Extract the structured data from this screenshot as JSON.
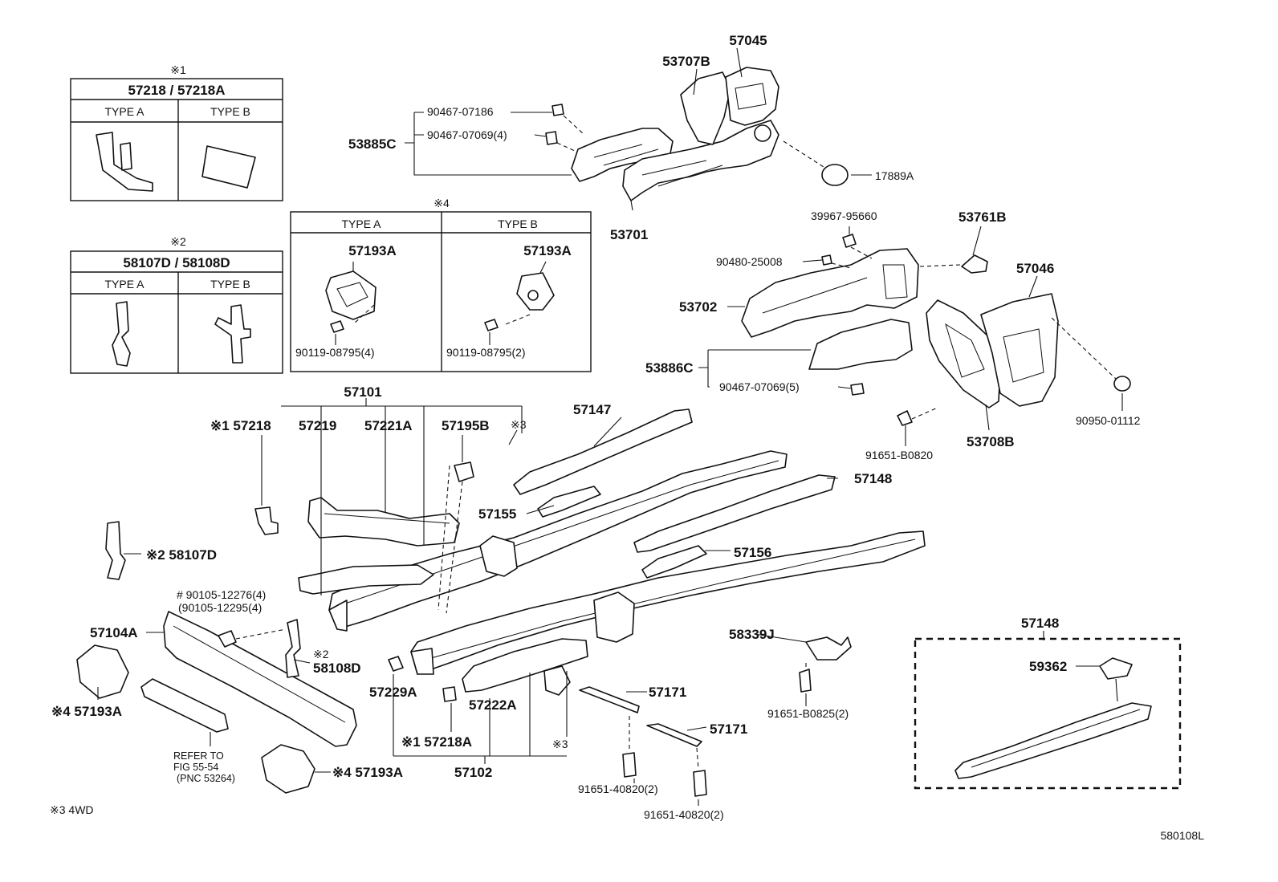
{
  "diagram_id": "580108L",
  "legend_note": "※3  4WD",
  "refer_note": [
    "REFER TO",
    "FIG 55-54",
    "(PNC 53264)"
  ],
  "inset1": {
    "mark": "※1",
    "title": "57218  /  57218A",
    "type_a": "TYPE A",
    "type_b": "TYPE B"
  },
  "inset2": {
    "mark": "※2",
    "title": "58107D  /  58108D",
    "type_a": "TYPE A",
    "type_b": "TYPE B"
  },
  "inset4": {
    "mark": "※4",
    "type_a": "TYPE A",
    "type_b": "TYPE B",
    "part_a": "57193A",
    "part_b": "57193A",
    "bolt_a": "90119-08795(4)",
    "bolt_b": "90119-08795(2)"
  },
  "labels": {
    "p57045": "57045",
    "p53707b": "53707B",
    "p90467_07186": "90467-07186",
    "p90467_07069_4": "90467-07069(4)",
    "p53885c": "53885C",
    "p17889a": "17889A",
    "p53701": "53701",
    "p39967": "39967-95660",
    "p53761b": "53761B",
    "p90480": "90480-25008",
    "p57046": "57046",
    "p53702": "53702",
    "p53886c": "53886C",
    "p90467_07069_5": "90467-07069(5)",
    "p90950": "90950-01112",
    "p91651_b0820": "91651-B0820",
    "p53708b": "53708B",
    "p57101": "57101",
    "p57218": "※1 57218",
    "p57219": "57219",
    "p57221a": "57221A",
    "p57195b": "57195B",
    "m3_top": "※3",
    "p57147": "57147",
    "p57148a": "57148",
    "p57155": "57155",
    "p58107d": "※2 58107D",
    "p57156": "57156",
    "p90105a": "# 90105-12276(4)",
    "p90105b": "(90105-12295(4)",
    "p57104a": "57104A",
    "p58108d": "58108D",
    "m2_58108d": "※2",
    "p58339j": "58339J",
    "p57148b": "57148",
    "p59362": "59362",
    "p57229a": "57229A",
    "p57222a": "57222A",
    "p57171a": "57171",
    "p91651_b0825": "91651-B0825(2)",
    "p57193a_l": "※4 57193A",
    "p57218a": "※1 57218A",
    "m3_bot": "※3",
    "p57171b": "57171",
    "p57102": "57102",
    "p57193a_b": "※4 57193A",
    "p91651_40820a": "91651-40820(2)",
    "p91651_40820b": "91651-40820(2)"
  }
}
